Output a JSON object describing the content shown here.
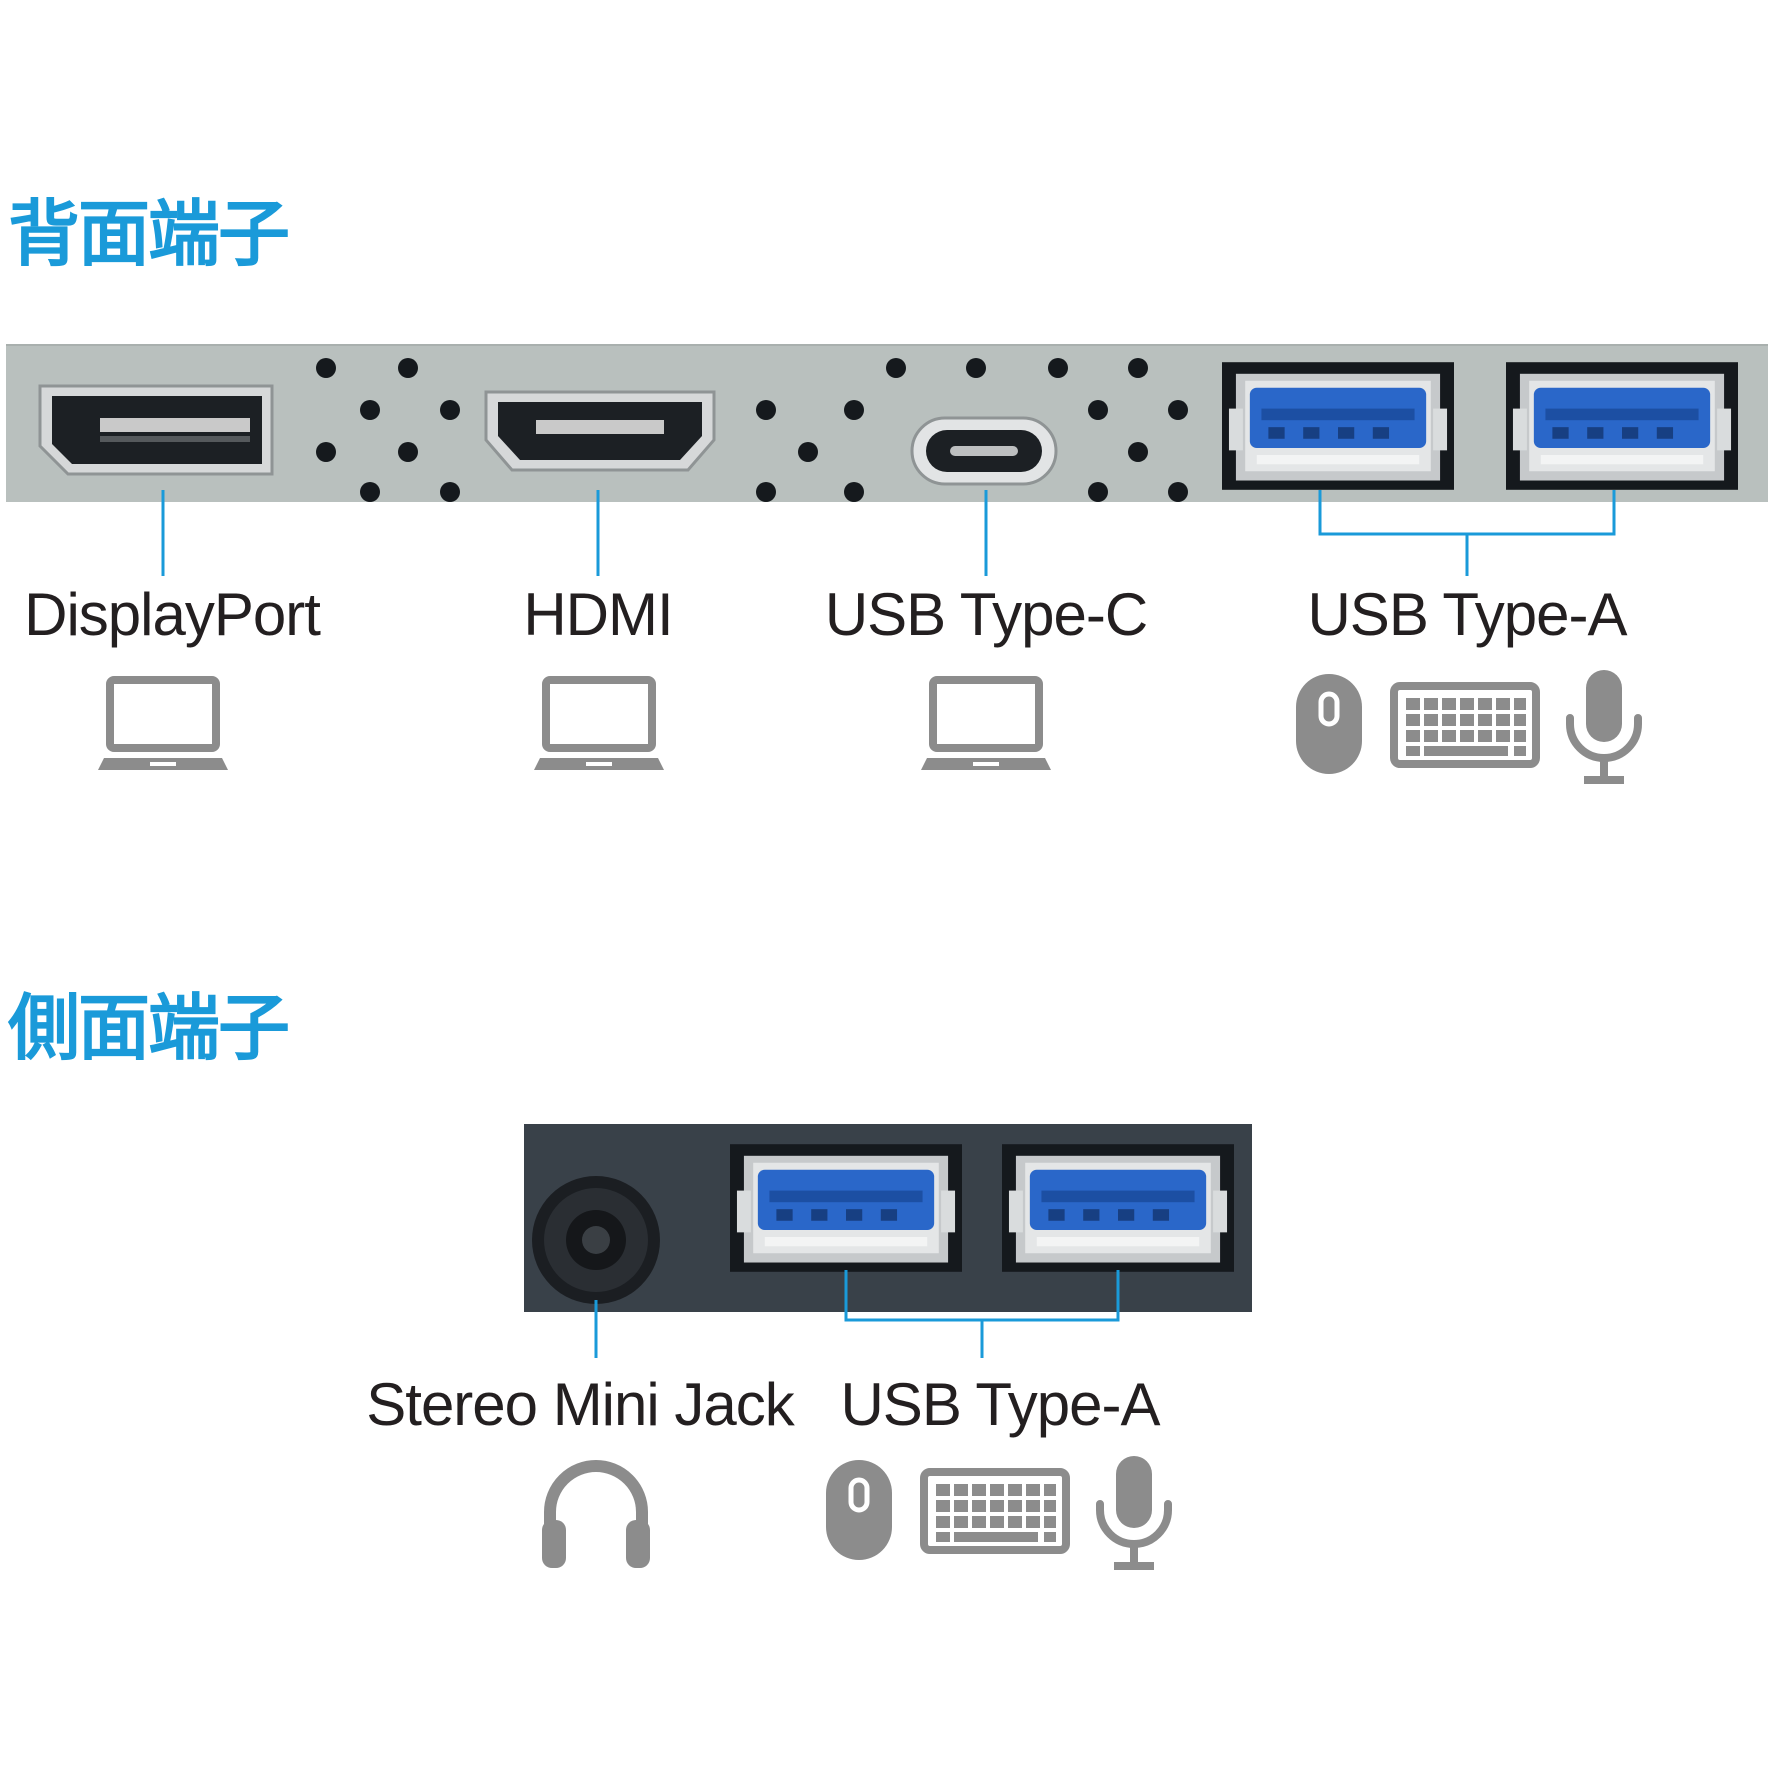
{
  "colors": {
    "accent": "#1a9ad9",
    "icon_gray": "#8c8c8c",
    "label_text": "#231f20",
    "rear_panel": "#b9c0be",
    "side_panel": "#394149",
    "usb_blue": "#2a67c9"
  },
  "rear": {
    "title": "背面端子",
    "ports": [
      {
        "label": "DisplayPort",
        "device_icons": [
          "laptop-icon"
        ]
      },
      {
        "label": "HDMI",
        "device_icons": [
          "laptop-icon"
        ]
      },
      {
        "label": "USB Type-C",
        "device_icons": [
          "laptop-icon"
        ]
      },
      {
        "label": "USB Type-A",
        "device_icons": [
          "mouse-icon",
          "keyboard-icon",
          "microphone-icon"
        ]
      }
    ]
  },
  "side": {
    "title": "側面端子",
    "ports": [
      {
        "label": "Stereo Mini Jack",
        "device_icons": [
          "headphones-icon"
        ]
      },
      {
        "label": "USB Type-A",
        "device_icons": [
          "mouse-icon",
          "keyboard-icon",
          "microphone-icon"
        ]
      }
    ]
  }
}
